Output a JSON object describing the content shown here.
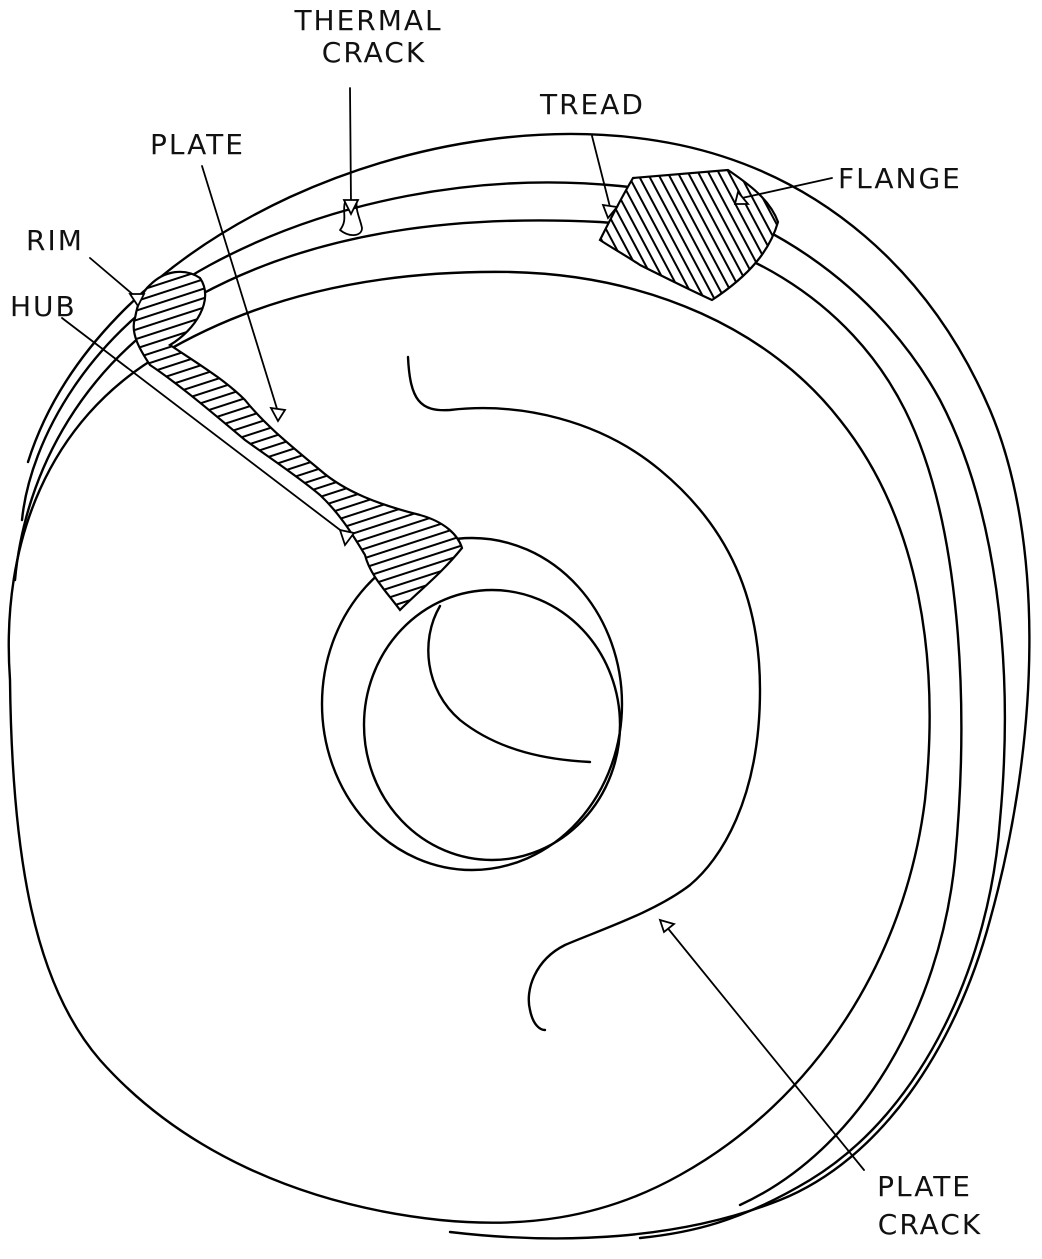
{
  "labels": {
    "thermal_crack": [
      "THERMAL",
      "CRACK"
    ],
    "tread": "TREAD",
    "plate": "PLATE",
    "flange": "FLANGE",
    "rim": "RIM",
    "hub": "HUB",
    "plate_crack": [
      "PLATE",
      "CRACK"
    ]
  }
}
